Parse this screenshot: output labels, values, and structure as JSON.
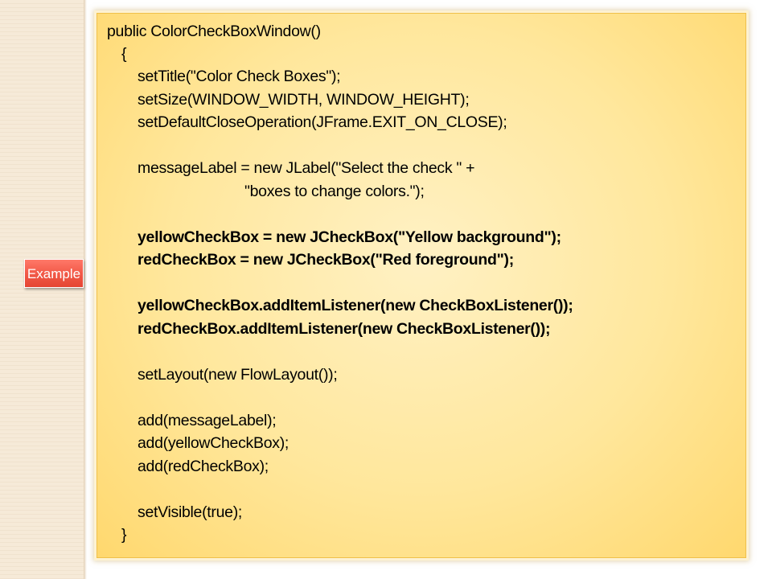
{
  "sidebar": {
    "tab_label": "Example"
  },
  "code": {
    "lines": [
      "public ColorCheckBoxWindow()",
      "{",
      "setTitle(\"Color Check Boxes\");",
      "setSize(WINDOW_WIDTH, WINDOW_HEIGHT);",
      "setDefaultCloseOperation(JFrame.EXIT_ON_CLOSE);",
      "messageLabel = new JLabel(\"Select the check \" +",
      "\"boxes to change colors.\");",
      "yellowCheckBox = new JCheckBox(\"Yellow background\");",
      "redCheckBox = new JCheckBox(\"Red foreground\");",
      "yellowCheckBox.addItemListener(new CheckBoxListener());",
      "redCheckBox.addItemListener(new CheckBoxListener());",
      "setLayout(new FlowLayout());",
      "add(messageLabel);",
      "add(yellowCheckBox);",
      "add(redCheckBox);",
      "setVisible(true);",
      "}"
    ]
  },
  "colors": {
    "panel_fill": "#ffe79c",
    "panel_border": "#f0c04a",
    "tab_fill": "#f25a49",
    "sidebar_fill": "#f6ead8"
  }
}
